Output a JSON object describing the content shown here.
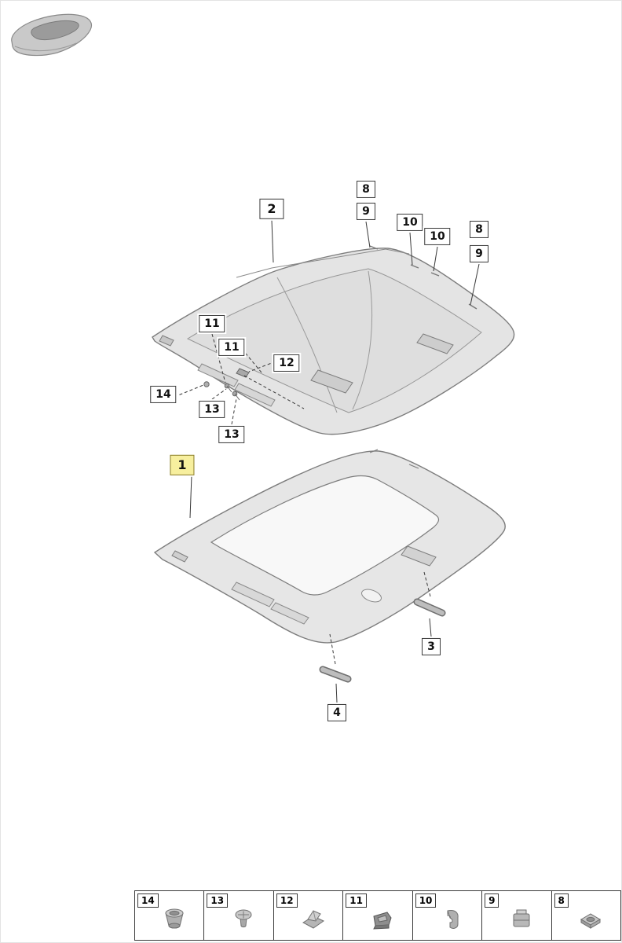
{
  "colors": {
    "callout_highlight": "#f7ef9e",
    "part_gray": "#e4e4e4",
    "outline_gray": "#7d7d7d"
  },
  "callouts": [
    {
      "label": "2"
    },
    {
      "label": "8"
    },
    {
      "label": "9"
    },
    {
      "label": "10"
    },
    {
      "label": "10"
    },
    {
      "label": "8"
    },
    {
      "label": "9"
    },
    {
      "label": "11"
    },
    {
      "label": "11"
    },
    {
      "label": "12"
    },
    {
      "label": "14"
    },
    {
      "label": "13"
    },
    {
      "label": "13"
    },
    {
      "label": "1"
    },
    {
      "label": "3"
    },
    {
      "label": "4"
    }
  ],
  "legend": {
    "items": [
      {
        "label": "14",
        "icon": "grommet-icon"
      },
      {
        "label": "13",
        "icon": "rivet-screw-icon"
      },
      {
        "label": "12",
        "icon": "spring-clip-icon"
      },
      {
        "label": "11",
        "icon": "retainer-bracket-icon"
      },
      {
        "label": "10",
        "icon": "hook-clip-icon"
      },
      {
        "label": "9",
        "icon": "clamp-block-icon"
      },
      {
        "label": "8",
        "icon": "flat-nut-icon"
      }
    ]
  }
}
